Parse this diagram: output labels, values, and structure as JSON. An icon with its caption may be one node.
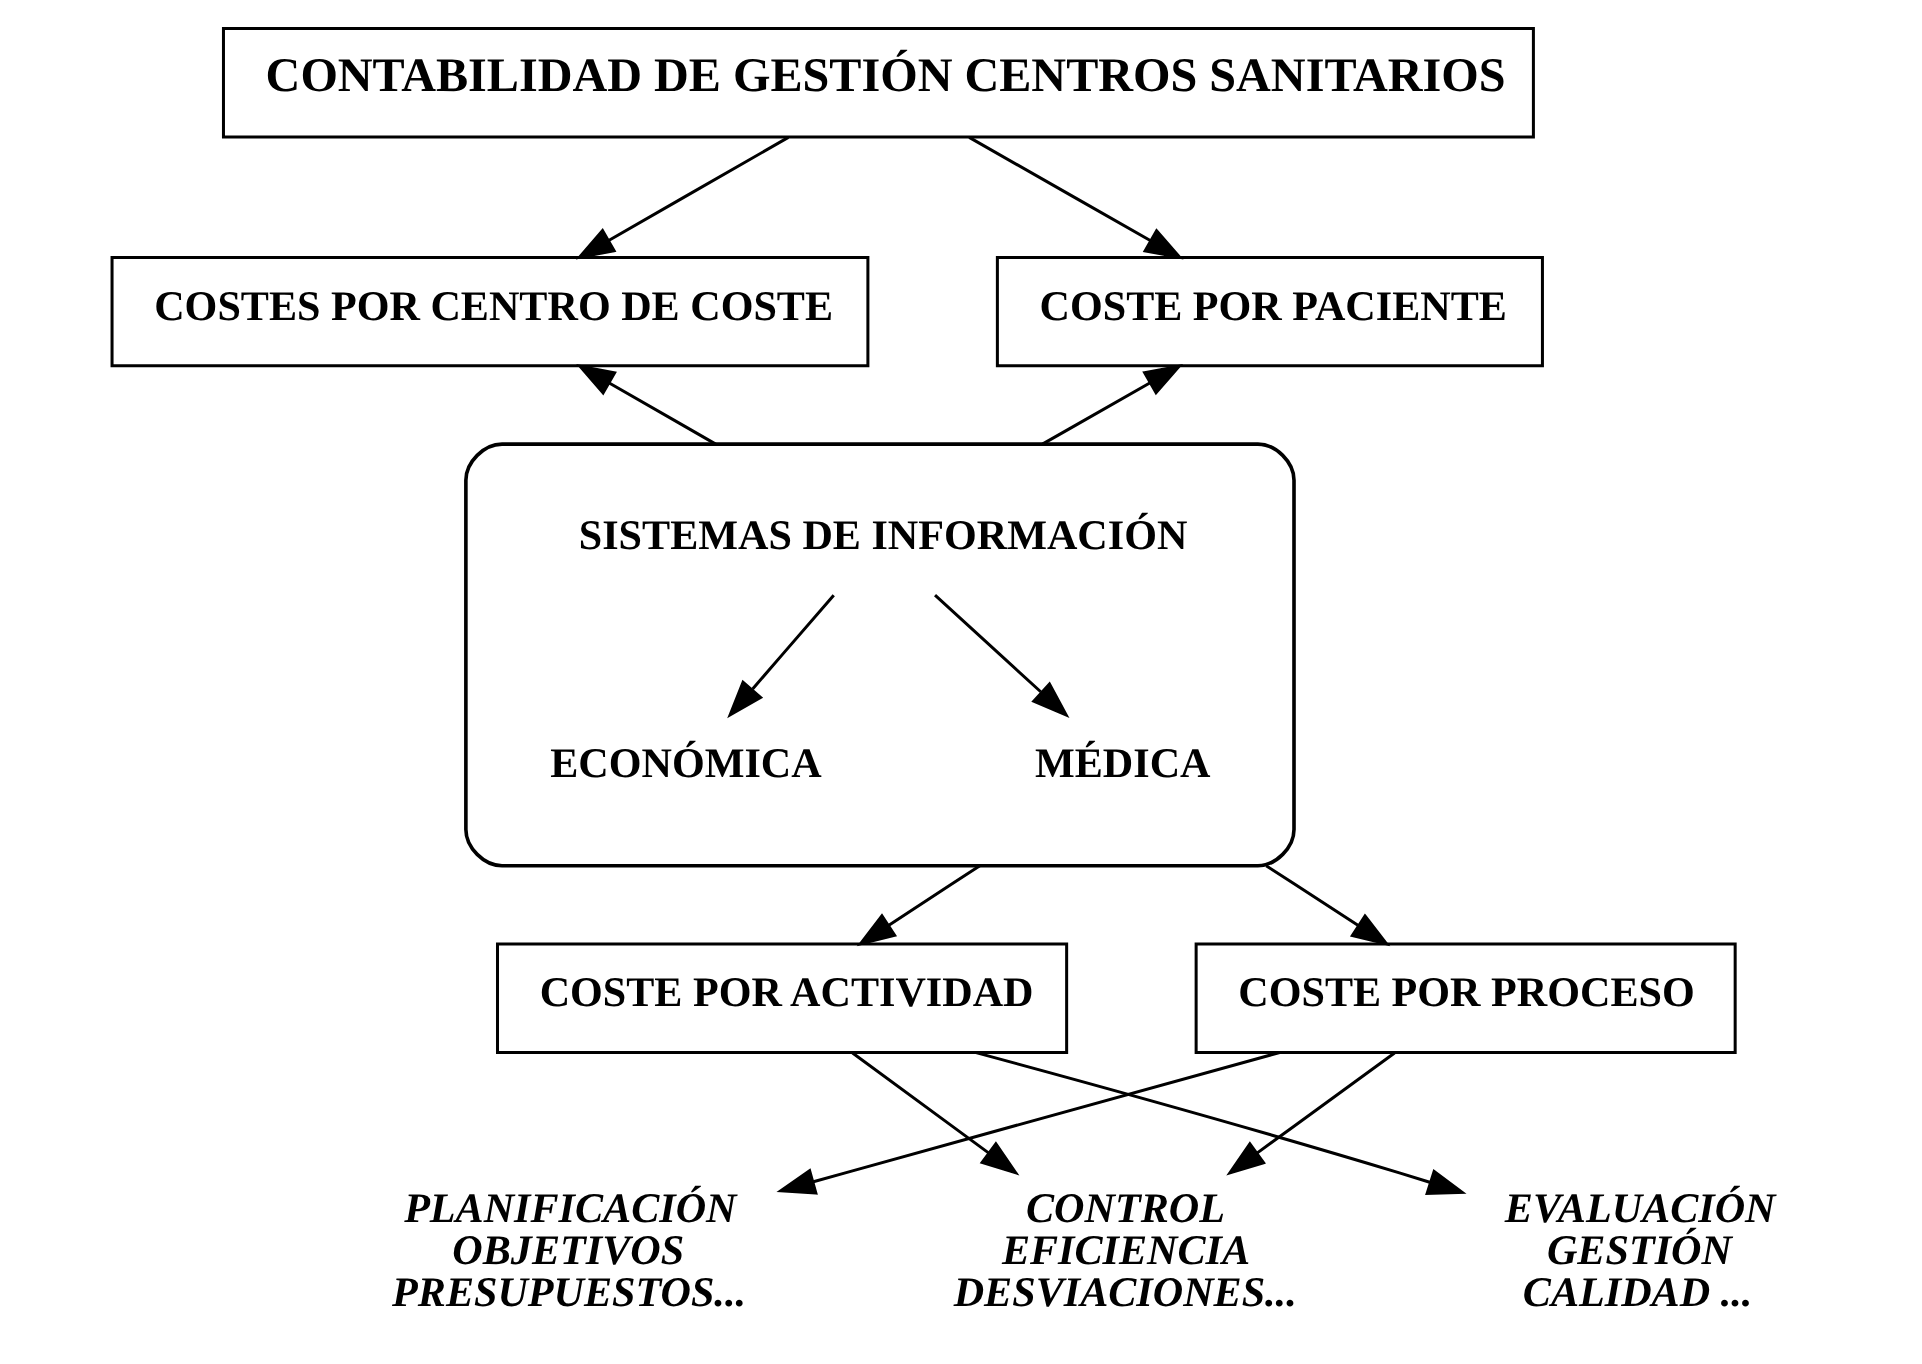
{
  "diagram": {
    "nodes": [
      {
        "text": [
          "CONTABILIDAD DE GESTIÓN CENTROS SANITARIOS"
        ]
      },
      {
        "text": [
          "COSTES POR CENTRO DE COSTE"
        ]
      },
      {
        "text": [
          "COSTE POR PACIENTE"
        ]
      },
      {
        "text": [],
        "shape": "ellipse"
      },
      {
        "text": [
          "SISTEMAS DE INFORMACIÓN"
        ],
        "in": 3
      },
      {
        "text": [
          "ECONÓMICA"
        ],
        "in": 3
      },
      {
        "text": [
          "MÉDICA"
        ],
        "in": 3
      },
      {
        "text": [
          "COSTE POR ACTIVIDAD"
        ]
      },
      {
        "text": [
          "COSTE POR PROCESO"
        ]
      },
      {
        "text": [
          "PLANIFICACIÓN",
          "OBJETIVOS",
          "PRESUPUESTOS..."
        ]
      },
      {
        "text": [
          "CONTROL",
          "EFICIENCIA",
          "DESVIACIONES..."
        ]
      },
      {
        "text": [
          "EVALUACIÓN",
          "GESTIÓN",
          "CALIDAD ..."
        ]
      }
    ],
    "edges": [
      {
        "from": 0,
        "to": 1,
        "arrow": "to"
      },
      {
        "from": 0,
        "to": 2,
        "arrow": "to"
      },
      {
        "from": 3,
        "to": 1,
        "arrow": "to"
      },
      {
        "from": 3,
        "to": 2,
        "arrow": "to"
      },
      {
        "from": 4,
        "to": 5,
        "arrow": "to"
      },
      {
        "from": 4,
        "to": 6,
        "arrow": "to"
      },
      {
        "from": 3,
        "to": 7,
        "arrow": "to"
      },
      {
        "from": 3,
        "to": 8,
        "arrow": "to"
      },
      {
        "from": 7,
        "to": 11,
        "arrow": "to"
      },
      {
        "from": 8,
        "to": 9,
        "arrow": "to"
      },
      {
        "from": 7,
        "to": 10,
        "arrow": "to"
      },
      {
        "from": 8,
        "to": 10,
        "arrow": "to"
      }
    ]
  }
}
